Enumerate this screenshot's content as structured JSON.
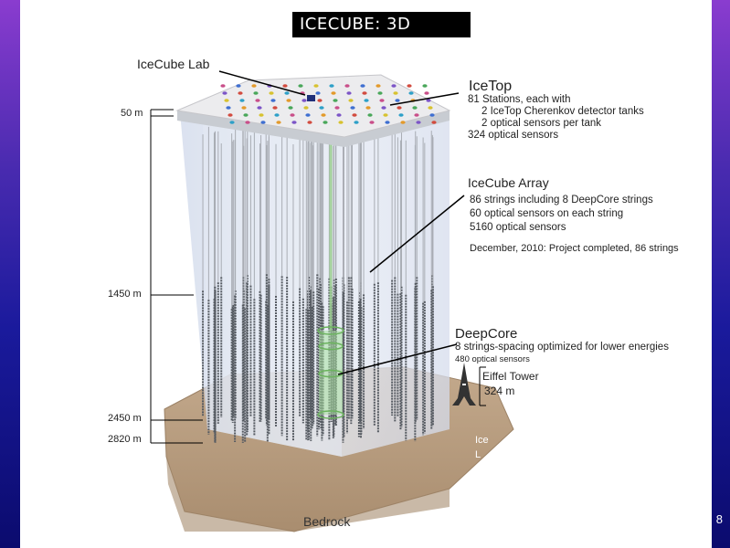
{
  "slide": {
    "title": "ICECUBE: 3D",
    "page_number": "8"
  },
  "labels": {
    "icecube_lab": "IceCube Lab",
    "icetop_title": "IceTop",
    "icetop_line1": "81 Stations, each with",
    "icetop_line2": "2 IceTop Cherenkov detector tanks",
    "icetop_line3": "2 optical sensors per tank",
    "icetop_line4": "324 optical sensors",
    "array_title": "IceCube Array",
    "array_line1": "86 strings including 8 DeepCore strings",
    "array_line2": "60 optical sensors on each string",
    "array_line3": "5160 optical sensors",
    "array_line4": "December, 2010: Project completed, 86 strings",
    "deepcore_title": "DeepCore",
    "deepcore_line1": "8 strings-spacing optimized for lower energies",
    "deepcore_line2": "480 optical sensors",
    "eiffel_title": "Eiffel Tower",
    "eiffel_height": "324 m",
    "bedrock": "Bedrock",
    "overlay_line1": "Ice",
    "overlay_line2": "L"
  },
  "depths": [
    "50 m",
    "1450 m",
    "2450 m",
    "2820 m"
  ],
  "colors": {
    "sensor_dots": [
      "#c94f8a",
      "#3f6fd1",
      "#e39a2b",
      "#7c55c7",
      "#d24b3f",
      "#49a75a",
      "#d7c230",
      "#2ea0c8"
    ],
    "ground": "#b59a7c",
    "ice": "#dfe6f2",
    "deepcore": "#a8e0a0"
  }
}
